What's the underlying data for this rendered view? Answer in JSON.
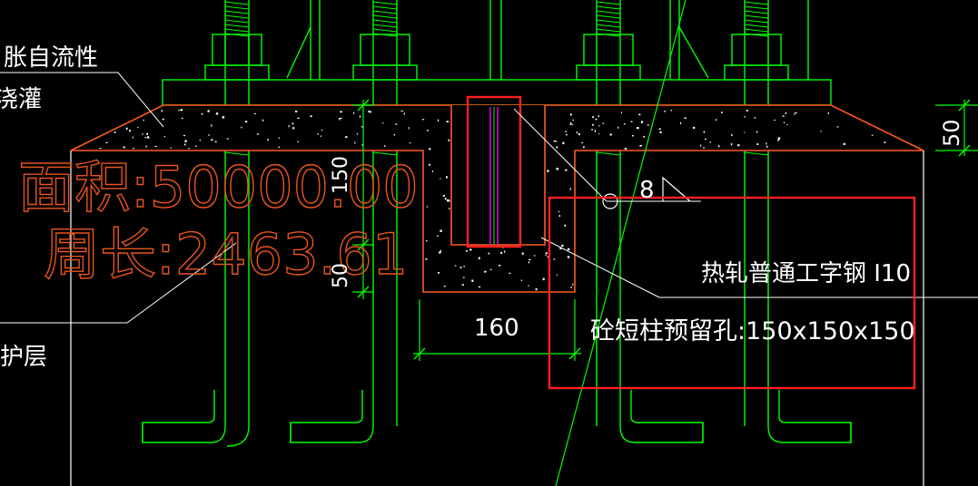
{
  "labels": {
    "top_left_1": "胀自流性",
    "top_left_2": "浇灌",
    "left_bottom": "护层",
    "area": "面积:50000.00",
    "perimeter": "周长:2463.61",
    "dim_150": "150",
    "dim_50_vertical": "50",
    "dim_50_right": "50",
    "dim_160": "160",
    "weld_size": "8",
    "steel_spec": "热轧普通工字钢 I10",
    "hole_spec": "砼短柱预留孔:150x150x150"
  },
  "colors": {
    "background": "#000000",
    "line_green": "#00ff00",
    "line_white": "#ffffff",
    "outline_orange": "#ff5a1e",
    "highlight_red": "#ff2020",
    "magenta": "#ff00ff",
    "annotation_orange": "#e8541e"
  }
}
